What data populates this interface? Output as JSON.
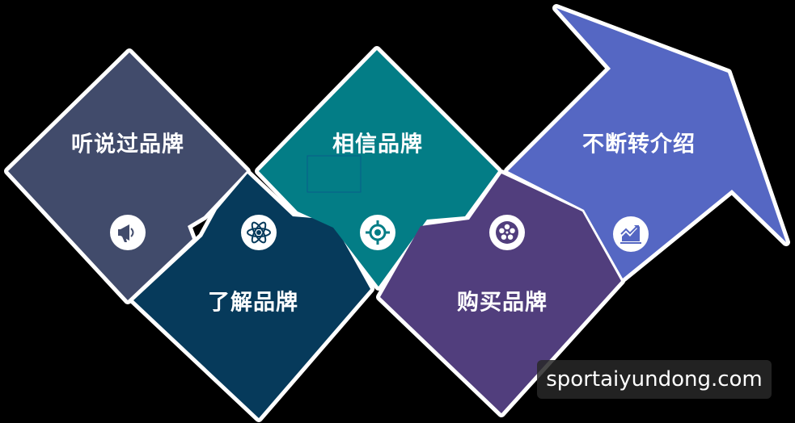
{
  "steps": [
    {
      "label": "听说过品牌",
      "color": "#414b6b",
      "icon": "megaphone-icon"
    },
    {
      "label": "了解品牌",
      "color": "#063a5b",
      "icon": "atom-icon"
    },
    {
      "label": "相信品牌",
      "color": "#037d86",
      "icon": "target-icon"
    },
    {
      "label": "购买品牌",
      "color": "#513e7d",
      "icon": "film-reel-icon"
    },
    {
      "label": "不断转介绍",
      "color": "#5567c3",
      "icon": "growth-chart-icon"
    }
  ],
  "watermark": "sportaiyundong.com"
}
